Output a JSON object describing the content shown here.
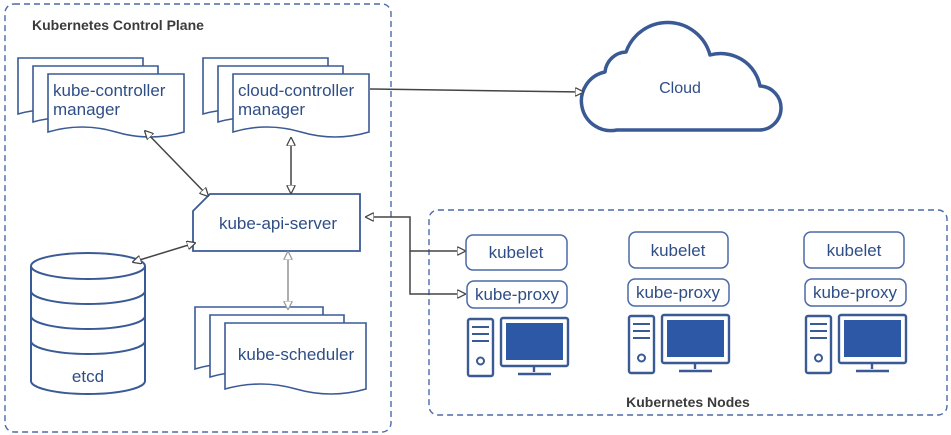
{
  "control_plane": {
    "title": "Kubernetes Control Plane",
    "components": {
      "controller_manager": [
        "kube-controller",
        "manager"
      ],
      "cloud_controller_manager": [
        "cloud-controller",
        "manager"
      ],
      "api_server": "kube-api-server",
      "scheduler": "kube-scheduler",
      "etcd": "etcd"
    }
  },
  "cloud": {
    "label": "Cloud"
  },
  "nodes": {
    "title": "Kubernetes Nodes",
    "node_list": [
      {
        "kubelet": "kubelet",
        "proxy": "kube-proxy"
      },
      {
        "kubelet": "kubelet",
        "proxy": "kube-proxy"
      },
      {
        "kubelet": "kubelet",
        "proxy": "kube-proxy"
      }
    ]
  },
  "colors": {
    "primary": "#2f4e86",
    "stroke": "#3a5a95",
    "dashed_border": "#4b6aa8",
    "screen_fill": "#2c58a6",
    "arrow_dark": "#444444",
    "arrow_gray": "#9a9a9a"
  },
  "connections": [
    {
      "from": "control_plane.components.controller_manager",
      "to": "control_plane.components.api_server",
      "direction": "both"
    },
    {
      "from": "control_plane.components.cloud_controller_manager",
      "to": "control_plane.components.api_server",
      "direction": "both"
    },
    {
      "from": "control_plane.components.cloud_controller_manager",
      "to": "cloud",
      "direction": "forward"
    },
    {
      "from": "control_plane.components.etcd",
      "to": "control_plane.components.api_server",
      "direction": "both"
    },
    {
      "from": "control_plane.components.scheduler",
      "to": "control_plane.components.api_server",
      "direction": "both"
    },
    {
      "from": "control_plane.components.api_server",
      "to": "nodes.node_list.0.kubelet",
      "direction": "both"
    },
    {
      "from": "control_plane.components.api_server",
      "to": "nodes.node_list.0.proxy",
      "direction": "both"
    }
  ]
}
